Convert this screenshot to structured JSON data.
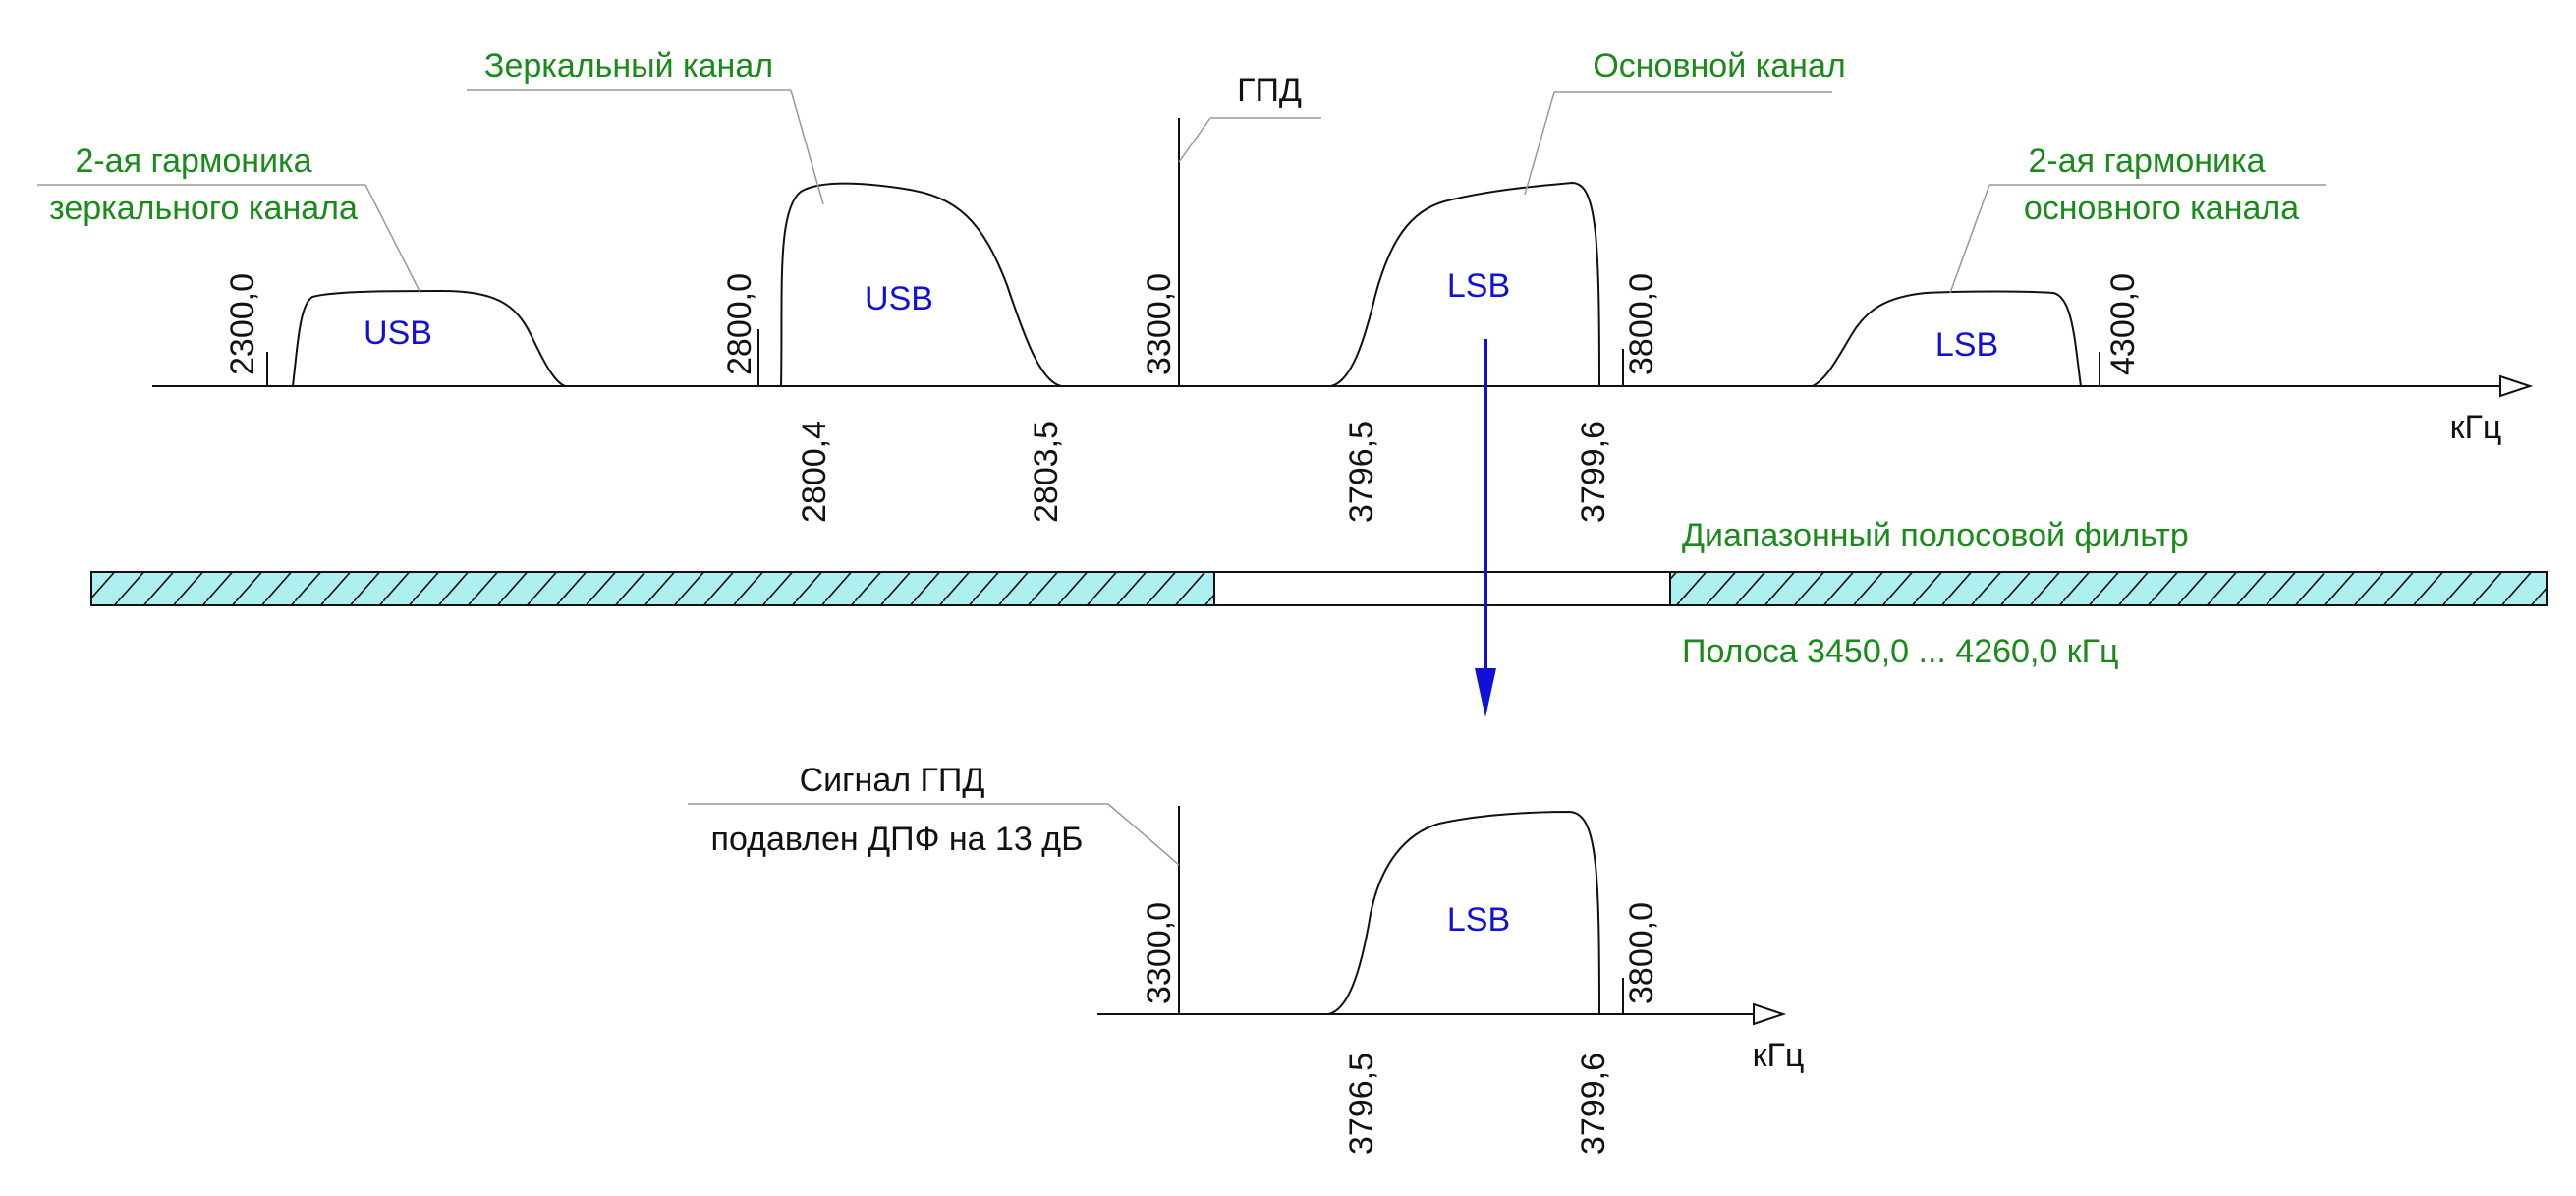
{
  "colors": {
    "callout": "#1a8a1a",
    "band_label": "#1010d8",
    "filter_fill": "#aef0f0",
    "arrow": "#1010d8",
    "lines": "#111111"
  },
  "top": {
    "callouts": {
      "image2_line1": "2-ая гармоника",
      "image2_line2": "зеркального канала",
      "image": "Зеркальный канал",
      "lo": "ГПД",
      "main": "Основной канал",
      "main2_line1": "2-ая гармоника",
      "main2_line2": "основного канала"
    },
    "bands": {
      "image2": "USB",
      "image": "USB",
      "main": "LSB",
      "main2": "LSB"
    },
    "ticks_above": [
      "2300,0",
      "2800,0",
      "3300,0",
      "3800,0",
      "4300,0"
    ],
    "ticks_below": [
      "2800,4",
      "2803,5",
      "3796,5",
      "3799,6"
    ],
    "unit": "кГц"
  },
  "filter": {
    "title": "Диапазонный полосовой фильтр",
    "band": "Полоса 3450,0 ... 4260,0 кГц"
  },
  "bottom": {
    "note_line1": "Сигнал ГПД",
    "note_line2": "подавлен ДПФ на 13 дБ",
    "band": "LSB",
    "ticks_above": [
      "3300,0",
      "3800,0"
    ],
    "ticks_below": [
      "3796,5",
      "3799,6"
    ],
    "unit": "кГц"
  }
}
